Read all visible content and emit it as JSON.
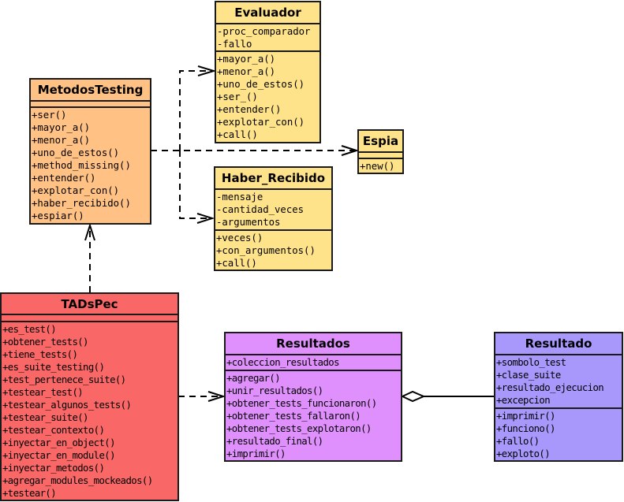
{
  "classes": [
    {
      "id": "evaluador",
      "name": "Evaluador",
      "color": "#ffe38a",
      "attributes": [
        "-proc_comparador",
        "-fallo"
      ],
      "methods": [
        "+mayor_a()",
        "+menor_a()",
        "+uno_de_estos()",
        "+ser_()",
        "+entender()",
        "+explotar_con()",
        "+call()"
      ]
    },
    {
      "id": "metodos-testing",
      "name": "MetodosTesting",
      "color": "#ffc184",
      "attributes": [],
      "methods": [
        "+ser()",
        "+mayor_a()",
        "+menor_a()",
        "+uno_de_estos()",
        "+method_missing()",
        "+entender()",
        "+explotar_con()",
        "+haber_recibido()",
        "+espiar()"
      ]
    },
    {
      "id": "espia",
      "name": "Espia",
      "color": "#ffe38a",
      "attributes": [],
      "methods": [
        "+new()"
      ]
    },
    {
      "id": "haber-recibido",
      "name": "Haber_Recibido",
      "color": "#ffe38a",
      "attributes": [
        "-mensaje",
        "-cantidad_veces",
        "-argumentos"
      ],
      "methods": [
        "+veces()",
        "+con_argumentos()",
        "+call()"
      ]
    },
    {
      "id": "tadspec",
      "name": "TADsPec",
      "color": "#f96767",
      "attributes": [],
      "methods": [
        "+es_test()",
        "+obtener_tests()",
        "+tiene_tests()",
        "+es_suite_testing()",
        "+test_pertenece_suite()",
        "+testear_test()",
        "+testear_algunos_tests()",
        "+testear_suite()",
        "+testear_contexto()",
        "+inyectar_en_object()",
        "+inyectar_en_module()",
        "+inyectar_metodos()",
        "+agregar_modules_mockeados()",
        "+testear()"
      ]
    },
    {
      "id": "resultados",
      "name": "Resultados",
      "color": "#e090fc",
      "attributes": [
        "+coleccion_resultados"
      ],
      "methods": [
        "+agregar()",
        "+unir_resultados()",
        "+obtener_tests_funcionaron()",
        "+obtener_tests_fallaron()",
        "+obtener_tests_explotaron()",
        "+resultado_final()",
        "+imprimir()"
      ]
    },
    {
      "id": "resultado",
      "name": "Resultado",
      "color": "#a898fc",
      "attributes": [
        "+sombolo_test",
        "+clase_suite",
        "+resultado_ejecucion",
        "+excepcion"
      ],
      "methods": [
        "+imprimir()",
        "+funciono()",
        "+fallo()",
        "+exploto()"
      ]
    }
  ],
  "relations": [
    {
      "type": "dependency",
      "from": "MetodosTesting",
      "to": "Evaluador"
    },
    {
      "type": "dependency",
      "from": "MetodosTesting",
      "to": "Espia"
    },
    {
      "type": "dependency",
      "from": "MetodosTesting",
      "to": "Haber_Recibido"
    },
    {
      "type": "dependency",
      "from": "TADsPec",
      "to": "MetodosTesting"
    },
    {
      "type": "dependency",
      "from": "TADsPec",
      "to": "Resultados"
    },
    {
      "type": "aggregation",
      "from": "Resultados",
      "to": "Resultado"
    }
  ]
}
